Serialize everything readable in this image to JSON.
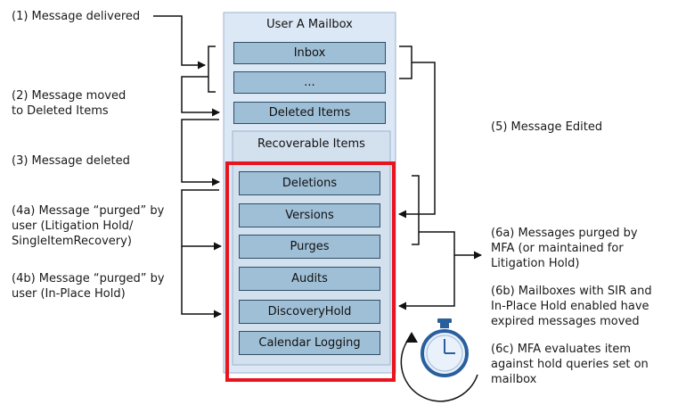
{
  "mailbox": {
    "title": "User A Mailbox",
    "top_folders": [
      "Inbox",
      "...",
      "Deleted Items"
    ],
    "recoverable_title": "Recoverable Items",
    "recoverable_folders": [
      "Deletions",
      "Versions",
      "Purges",
      "Audits",
      "DiscoveryHold",
      "Calendar Logging"
    ]
  },
  "left_labels": {
    "l1": "(1) Message delivered",
    "l2": "(2) Message moved\nto Deleted Items",
    "l3": "(3) Message deleted",
    "l4a": "(4a) Message “purged” by\nuser (Litigation Hold/\nSingleItemRecovery)",
    "l4b": "(4b) Message “purged” by\nuser (In-Place Hold)"
  },
  "right_labels": {
    "l5": "(5) Message Edited",
    "l6a": "(6a) Messages purged by\nMFA (or maintained for\nLitigation Hold)",
    "l6b": "(6b) Mailboxes with SIR and\nIn-Place Hold enabled have\nexpired messages moved",
    "l6c": "(6c) MFA evaluates item\nagainst hold queries set on\nmailbox"
  },
  "colors": {
    "mailbox_fill": "#dce8f5",
    "mailbox_border": "#9db3cc",
    "folder_fill": "#9fbfd6",
    "highlight": "#e8151f",
    "arrow": "#111111",
    "stopwatch": "#2a5f9e"
  },
  "icons": [
    "stopwatch-icon",
    "cycle-arrow-icon"
  ]
}
